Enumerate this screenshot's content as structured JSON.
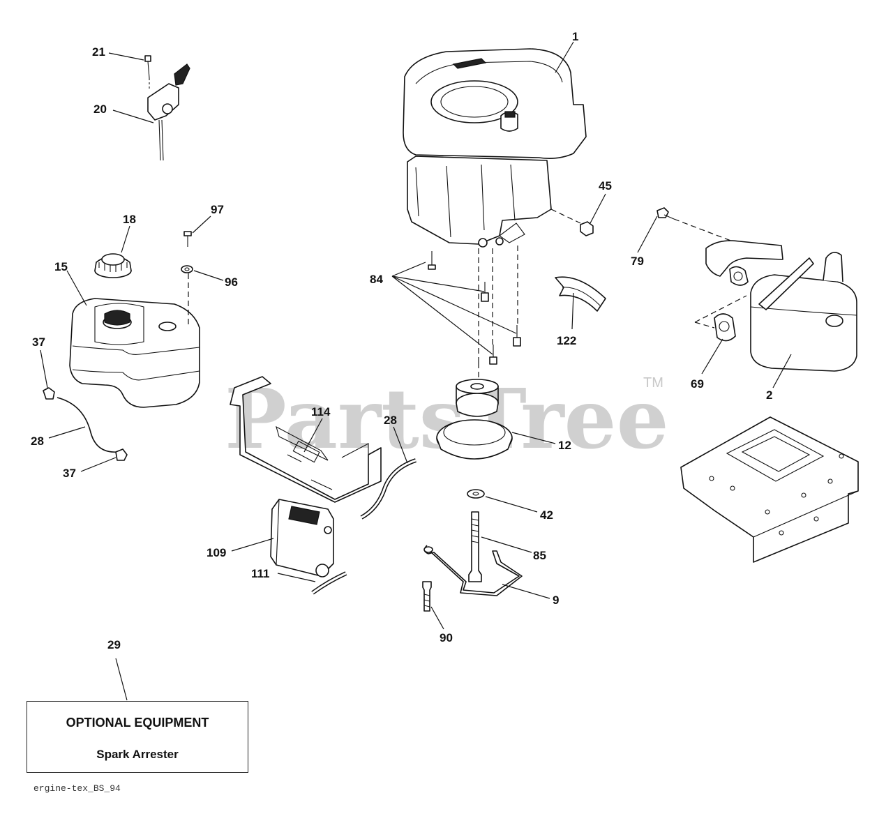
{
  "watermark": {
    "text": "PartsTree",
    "trademark": "TM"
  },
  "callouts": {
    "c1": "1",
    "c2": "2",
    "c9": "9",
    "c12": "12",
    "c15": "15",
    "c18": "18",
    "c20": "20",
    "c21": "21",
    "c28a": "28",
    "c28b": "28",
    "c29": "29",
    "c37a": "37",
    "c37b": "37",
    "c42": "42",
    "c45": "45",
    "c69": "69",
    "c79": "79",
    "c84": "84",
    "c85": "85",
    "c90": "90",
    "c96": "96",
    "c97": "97",
    "c109": "109",
    "c111": "111",
    "c114": "114",
    "c122": "122"
  },
  "optional_equipment": {
    "title": "OPTIONAL EQUIPMENT",
    "item": "Spark Arrester"
  },
  "footer": {
    "diagram_id": "ergine-tex_BS_94"
  }
}
